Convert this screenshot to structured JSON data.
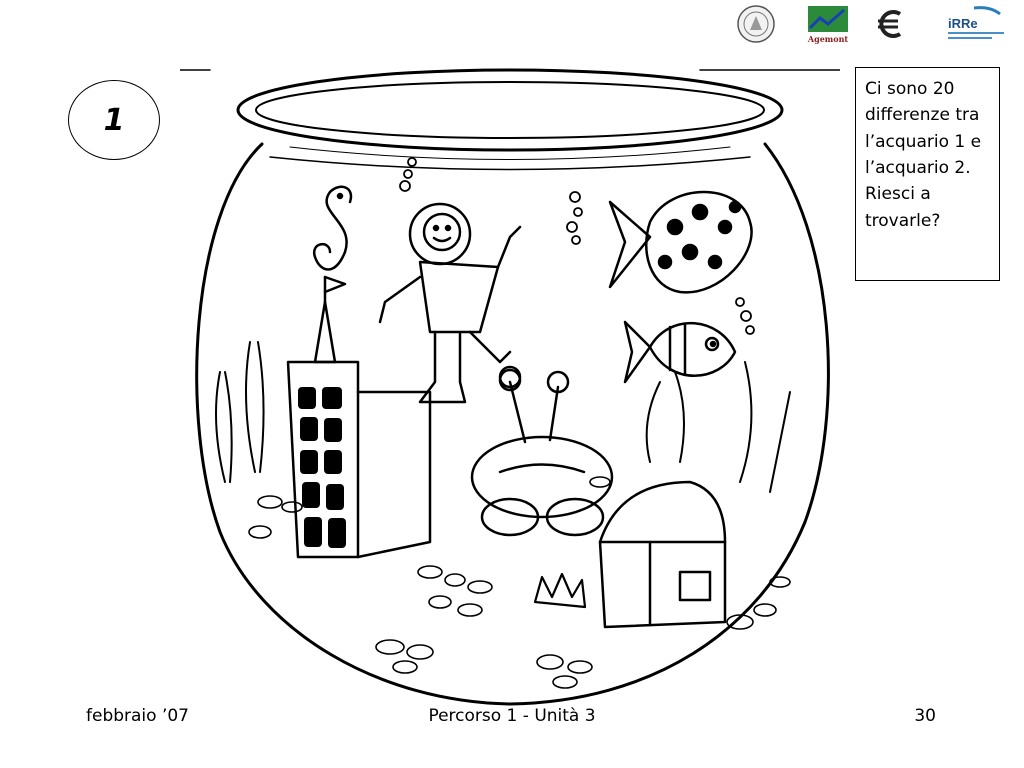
{
  "header": {
    "logos": [
      {
        "name": "university-seal",
        "text": ""
      },
      {
        "name": "agemont-logo",
        "text": "Agemont"
      },
      {
        "name": "euro-logo",
        "text": ""
      },
      {
        "name": "irre-logo",
        "text": "iRRe"
      }
    ]
  },
  "slide": {
    "number": "1",
    "instruction": "Ci sono 20 differenze tra l’acquario 1 e l’acquario 2. Riesci a trovarle?"
  },
  "footer": {
    "date": "febbraio ’07",
    "title": "Percorso 1 - Unità 3",
    "page": "30"
  }
}
